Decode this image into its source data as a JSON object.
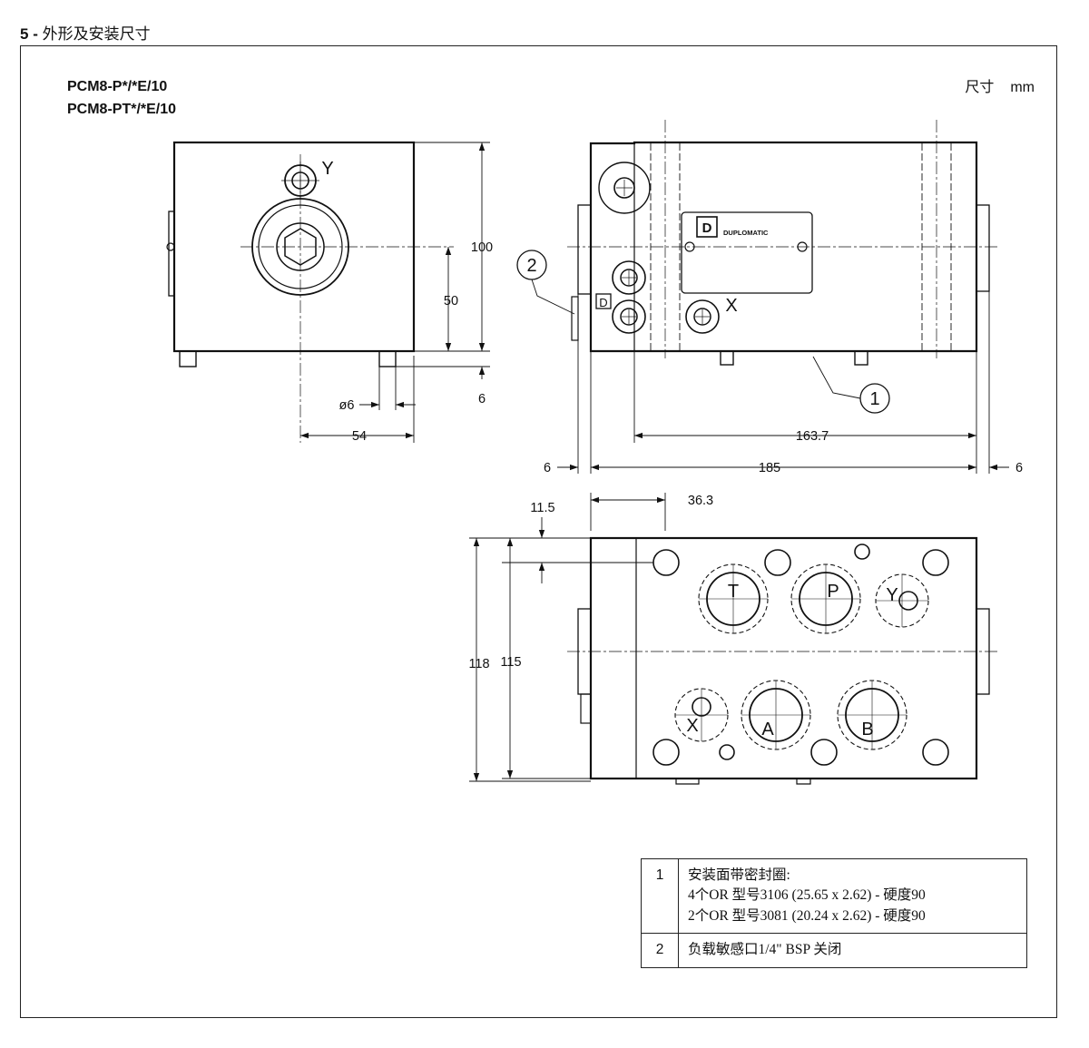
{
  "header": {
    "section_number": "5",
    "separator": "-",
    "title": "外形及安装尺寸"
  },
  "models": [
    "PCM8-P*/*E/10",
    "PCM8-PT*/*E/10"
  ],
  "units": {
    "label": "尺寸",
    "value": "mm"
  },
  "brand_plate": {
    "logo_letter": "D",
    "text": "DUPLOMATIC"
  },
  "port_labels": {
    "y": "Y",
    "x": "X",
    "t": "T",
    "p": "P",
    "a": "A",
    "b": "B"
  },
  "callouts": {
    "c1": "1",
    "c2": "2",
    "d_mark": "D"
  },
  "dimensions": {
    "h100": "100",
    "h50": "50",
    "h6": "6",
    "d6": "ø6",
    "w54": "54",
    "l163": "163.7",
    "l185": "185",
    "l6a": "6",
    "l6b": "6",
    "w36": "36.3",
    "w11": "11.5",
    "h118": "118",
    "h115": "115"
  },
  "legend": [
    {
      "number": "1",
      "lines": [
        "安装面带密封圈:",
        "4个OR  型号3106 (25.65 x 2.62) - 硬度90",
        "2个OR  型号3081 (20.24 x 2.62) - 硬度90"
      ]
    },
    {
      "number": "2",
      "lines": [
        "负载敏感口1/4\"  BSP 关闭"
      ]
    }
  ]
}
